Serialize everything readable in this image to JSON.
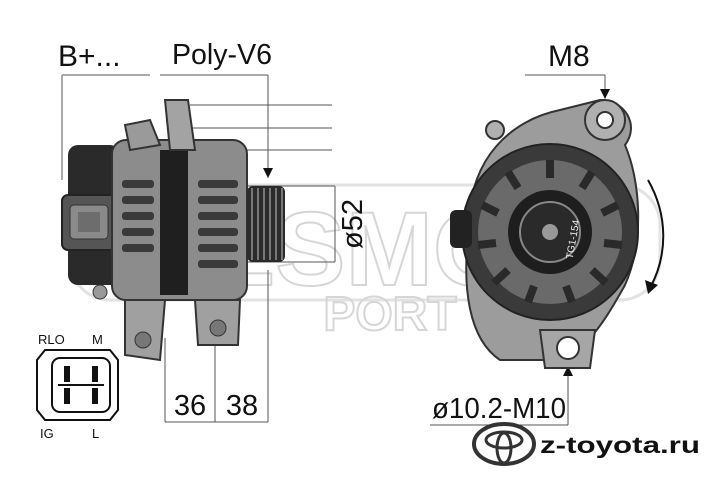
{
  "labels": {
    "terminal": "B+...",
    "belt": "Poly-V6",
    "pulley_diameter": "ø52",
    "mount_thread": "M8",
    "dim_left": "36",
    "dim_right": "38",
    "mount_hole": "ø10.2-M10"
  },
  "connector": {
    "pins": {
      "top_left": "RLO",
      "top_right": "M",
      "bottom_left": "IG",
      "bottom_right": "L"
    }
  },
  "part_text": "TG1-154",
  "watermark": {
    "brand": "ESMO",
    "sub": "PORT"
  },
  "site": {
    "name": "z-toyota.ru"
  }
}
